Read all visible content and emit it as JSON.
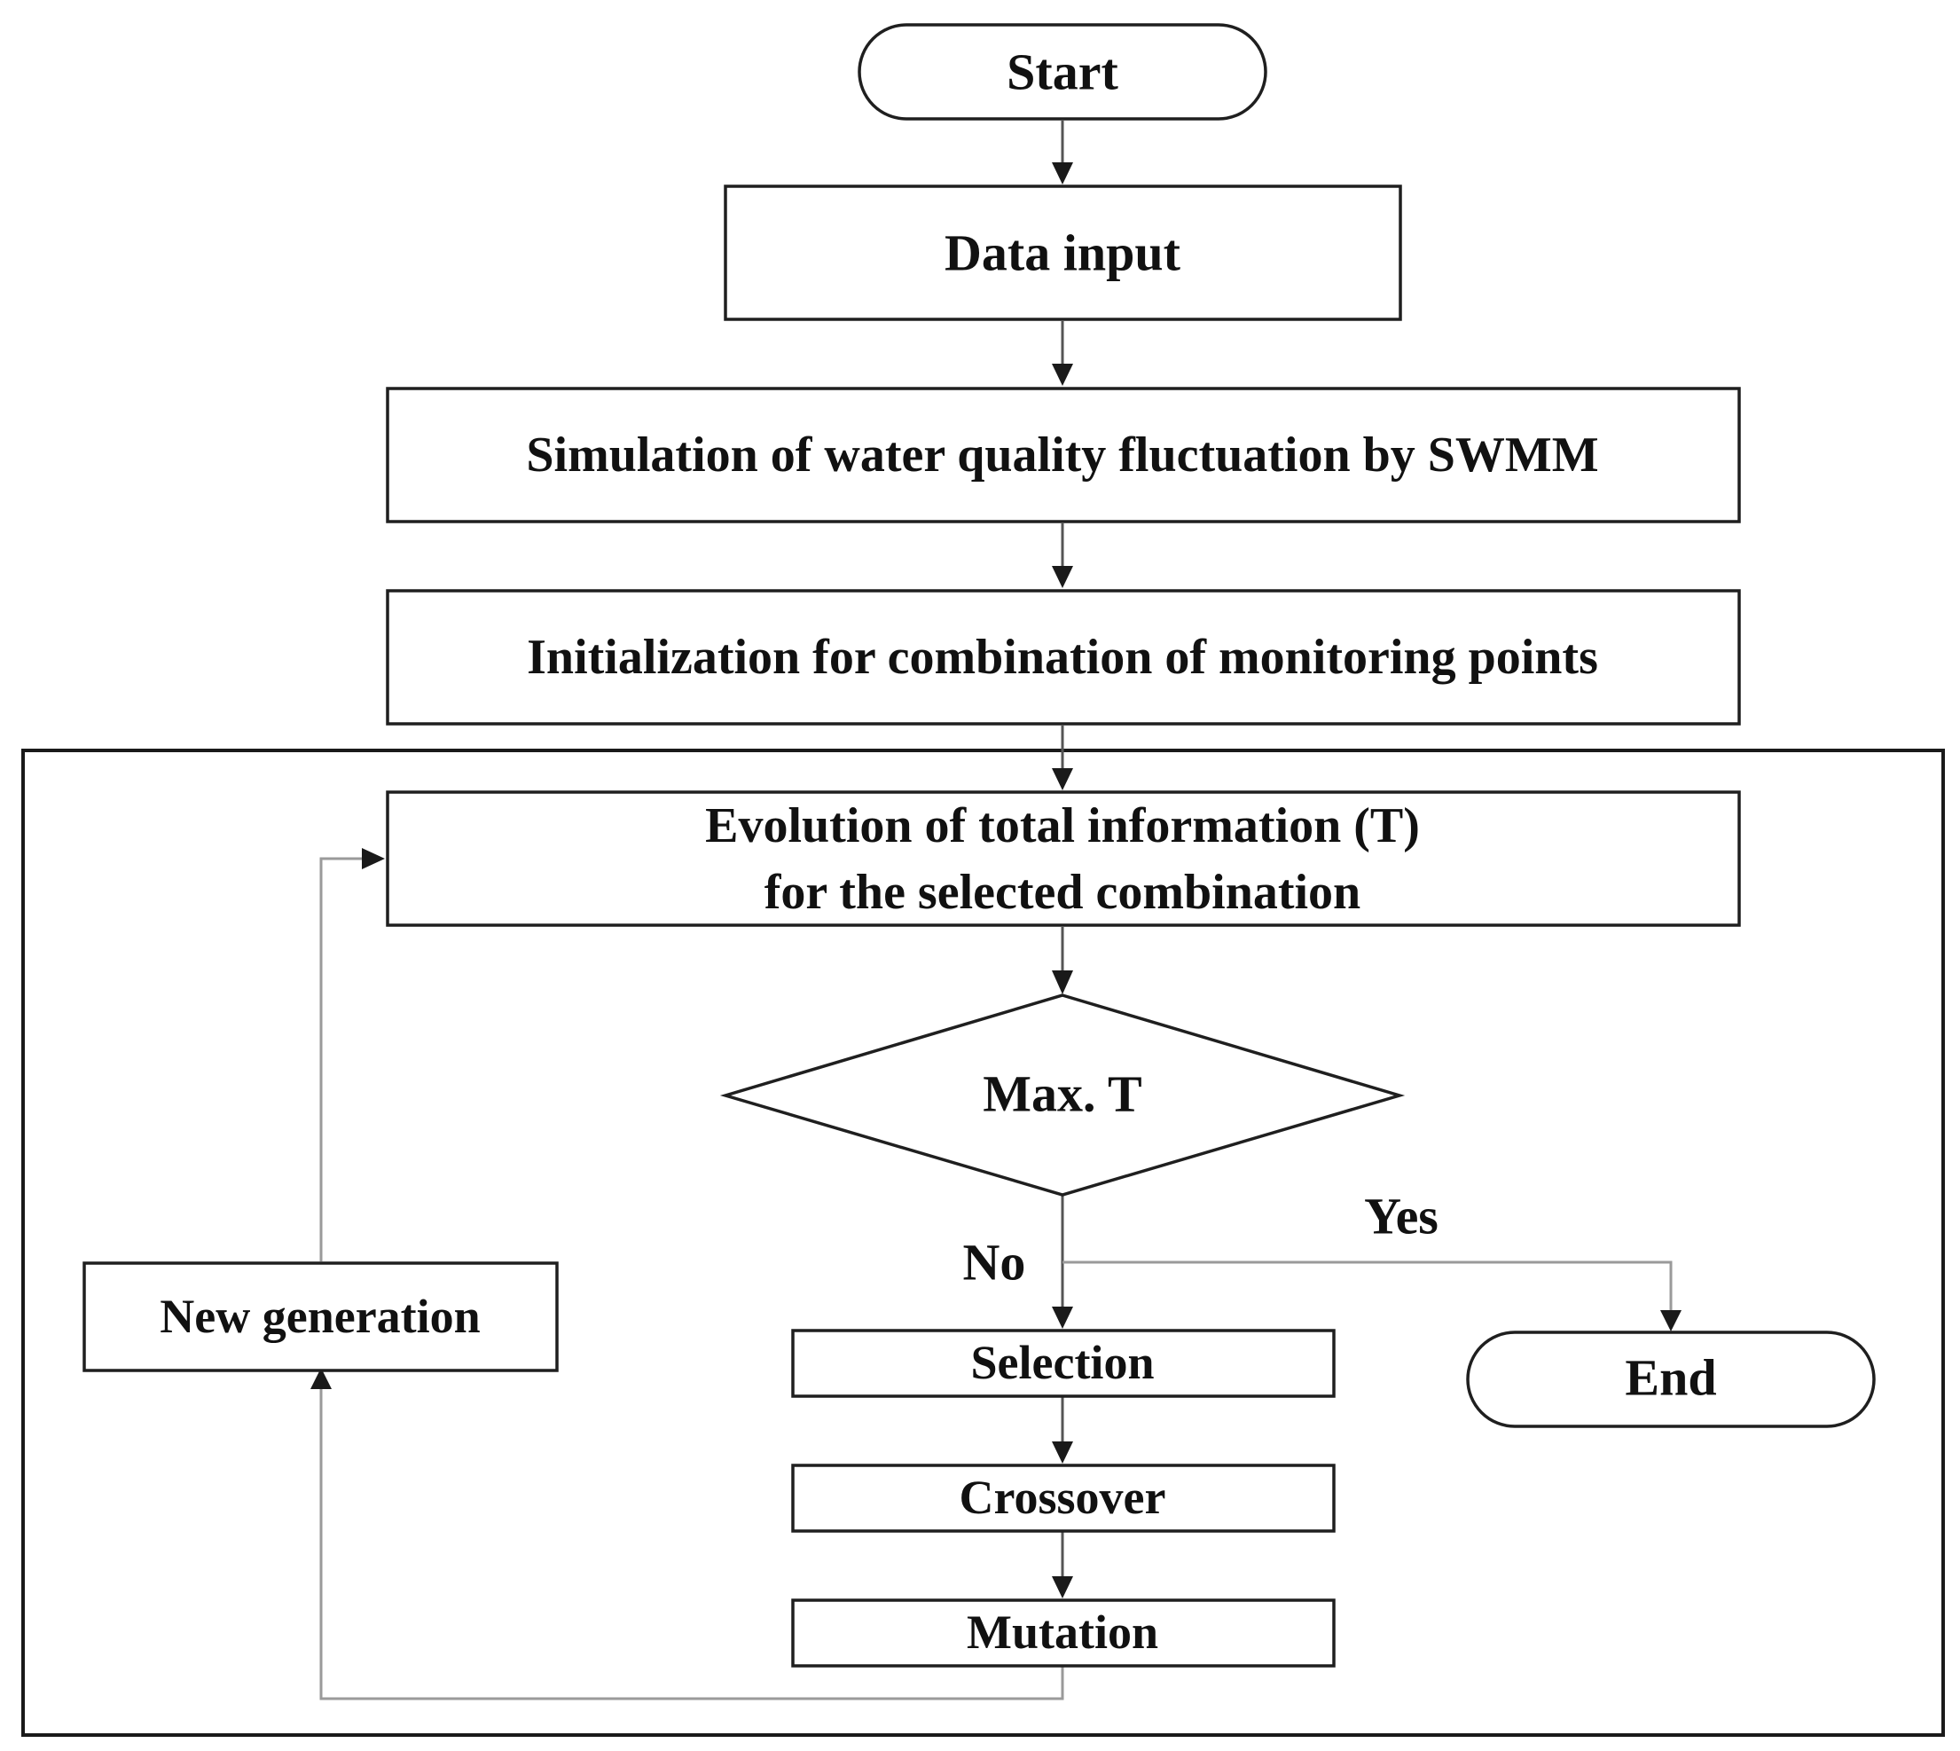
{
  "nodes": {
    "start": "Start",
    "data_input": "Data input",
    "simulation": "Simulation of water quality fluctuation by SWMM",
    "initialization": "Initialization for combination of monitoring points",
    "evolution_line1": "Evolution of total information (T)",
    "evolution_line2": "for the selected combination",
    "decision": "Max. T",
    "selection": "Selection",
    "crossover": "Crossover",
    "mutation": "Mutation",
    "new_generation": "New generation",
    "end": "End"
  },
  "edges": {
    "yes_label": "Yes",
    "no_label": "No"
  }
}
